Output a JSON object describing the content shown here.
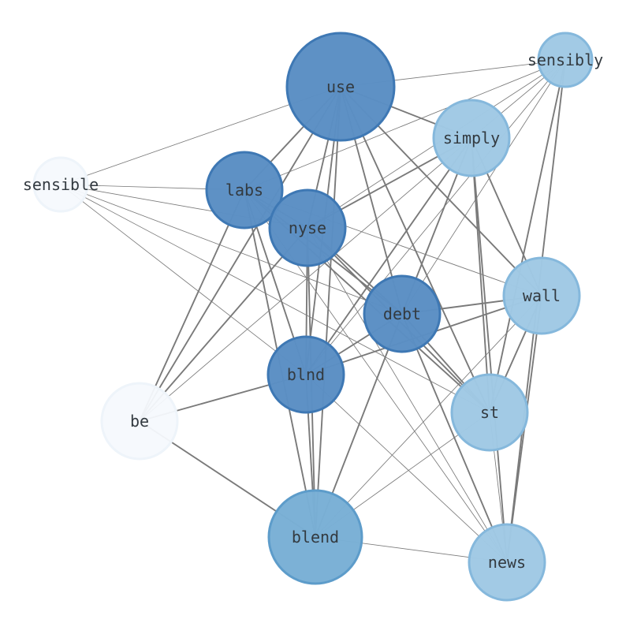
{
  "colors": {
    "background": "#ffffff",
    "edge": "#7a7a7a",
    "label": "#333a40",
    "dark_fill": "#5b8fc4",
    "dark_stroke": "#3e78b4",
    "mid_fill": "#79afd5",
    "mid_stroke": "#5d9cca",
    "light_fill": "#a0c9e4",
    "light_stroke": "#85b8dc",
    "pale_fill": "#f5f9fd",
    "pale_stroke": "#eef4fa"
  },
  "nodes": [
    {
      "id": "use",
      "label": "use",
      "tone": "dark"
    },
    {
      "id": "sensibly",
      "label": "sensibly",
      "tone": "light"
    },
    {
      "id": "simply",
      "label": "simply",
      "tone": "light"
    },
    {
      "id": "sensible",
      "label": "sensible",
      "tone": "pale"
    },
    {
      "id": "labs",
      "label": "labs",
      "tone": "dark"
    },
    {
      "id": "nyse",
      "label": "nyse",
      "tone": "dark"
    },
    {
      "id": "wall",
      "label": "wall",
      "tone": "light"
    },
    {
      "id": "debt",
      "label": "debt",
      "tone": "dark"
    },
    {
      "id": "blnd",
      "label": "blnd",
      "tone": "dark"
    },
    {
      "id": "st",
      "label": "st",
      "tone": "light"
    },
    {
      "id": "be",
      "label": "be",
      "tone": "pale"
    },
    {
      "id": "blend",
      "label": "blend",
      "tone": "mid"
    },
    {
      "id": "news",
      "label": "news",
      "tone": "light"
    }
  ],
  "edges": [
    {
      "source": "use",
      "target": "sensibly",
      "weight": 1
    },
    {
      "source": "use",
      "target": "sensible",
      "weight": 1
    },
    {
      "source": "use",
      "target": "simply",
      "weight": 2
    },
    {
      "source": "use",
      "target": "labs",
      "weight": 2
    },
    {
      "source": "use",
      "target": "nyse",
      "weight": 2
    },
    {
      "source": "use",
      "target": "wall",
      "weight": 2
    },
    {
      "source": "use",
      "target": "debt",
      "weight": 2
    },
    {
      "source": "use",
      "target": "blnd",
      "weight": 2
    },
    {
      "source": "use",
      "target": "st",
      "weight": 2
    },
    {
      "source": "use",
      "target": "be",
      "weight": 2
    },
    {
      "source": "use",
      "target": "blend",
      "weight": 2
    },
    {
      "source": "sensibly",
      "target": "simply",
      "weight": 1
    },
    {
      "source": "sensibly",
      "target": "labs",
      "weight": 1
    },
    {
      "source": "sensibly",
      "target": "nyse",
      "weight": 1
    },
    {
      "source": "sensibly",
      "target": "debt",
      "weight": 1
    },
    {
      "source": "sensibly",
      "target": "blnd",
      "weight": 1
    },
    {
      "source": "sensibly",
      "target": "st",
      "weight": 2
    },
    {
      "source": "sensibly",
      "target": "news",
      "weight": 2
    },
    {
      "source": "simply",
      "target": "nyse",
      "weight": 2
    },
    {
      "source": "simply",
      "target": "debt",
      "weight": 2
    },
    {
      "source": "simply",
      "target": "blnd",
      "weight": 2
    },
    {
      "source": "simply",
      "target": "wall",
      "weight": 2
    },
    {
      "source": "simply",
      "target": "st",
      "weight": 2
    },
    {
      "source": "simply",
      "target": "news",
      "weight": 2
    },
    {
      "source": "simply",
      "target": "be",
      "weight": 1
    },
    {
      "source": "sensible",
      "target": "labs",
      "weight": 1
    },
    {
      "source": "sensible",
      "target": "nyse",
      "weight": 1
    },
    {
      "source": "sensible",
      "target": "debt",
      "weight": 1
    },
    {
      "source": "sensible",
      "target": "blnd",
      "weight": 1
    },
    {
      "source": "sensible",
      "target": "st",
      "weight": 1
    },
    {
      "source": "labs",
      "target": "nyse",
      "weight": 2
    },
    {
      "source": "labs",
      "target": "debt",
      "weight": 2
    },
    {
      "source": "labs",
      "target": "blnd",
      "weight": 2
    },
    {
      "source": "labs",
      "target": "st",
      "weight": 2
    },
    {
      "source": "labs",
      "target": "be",
      "weight": 2
    },
    {
      "source": "labs",
      "target": "blend",
      "weight": 2
    },
    {
      "source": "labs",
      "target": "news",
      "weight": 1
    },
    {
      "source": "labs",
      "target": "wall",
      "weight": 1
    },
    {
      "source": "nyse",
      "target": "debt",
      "weight": 2
    },
    {
      "source": "nyse",
      "target": "blnd",
      "weight": 2
    },
    {
      "source": "nyse",
      "target": "st",
      "weight": 2
    },
    {
      "source": "nyse",
      "target": "be",
      "weight": 2
    },
    {
      "source": "nyse",
      "target": "blend",
      "weight": 2
    },
    {
      "source": "nyse",
      "target": "news",
      "weight": 1
    },
    {
      "source": "wall",
      "target": "debt",
      "weight": 2
    },
    {
      "source": "wall",
      "target": "blnd",
      "weight": 2
    },
    {
      "source": "wall",
      "target": "st",
      "weight": 2
    },
    {
      "source": "wall",
      "target": "news",
      "weight": 2
    },
    {
      "source": "wall",
      "target": "blend",
      "weight": 1
    },
    {
      "source": "debt",
      "target": "blnd",
      "weight": 2
    },
    {
      "source": "debt",
      "target": "st",
      "weight": 2
    },
    {
      "source": "debt",
      "target": "news",
      "weight": 2
    },
    {
      "source": "debt",
      "target": "blend",
      "weight": 2
    },
    {
      "source": "blnd",
      "target": "be",
      "weight": 2
    },
    {
      "source": "blnd",
      "target": "blend",
      "weight": 2
    },
    {
      "source": "blnd",
      "target": "news",
      "weight": 1
    },
    {
      "source": "st",
      "target": "blend",
      "weight": 1
    },
    {
      "source": "st",
      "target": "news",
      "weight": 1
    },
    {
      "source": "be",
      "target": "blend",
      "weight": 2
    },
    {
      "source": "blend",
      "target": "news",
      "weight": 1
    }
  ]
}
